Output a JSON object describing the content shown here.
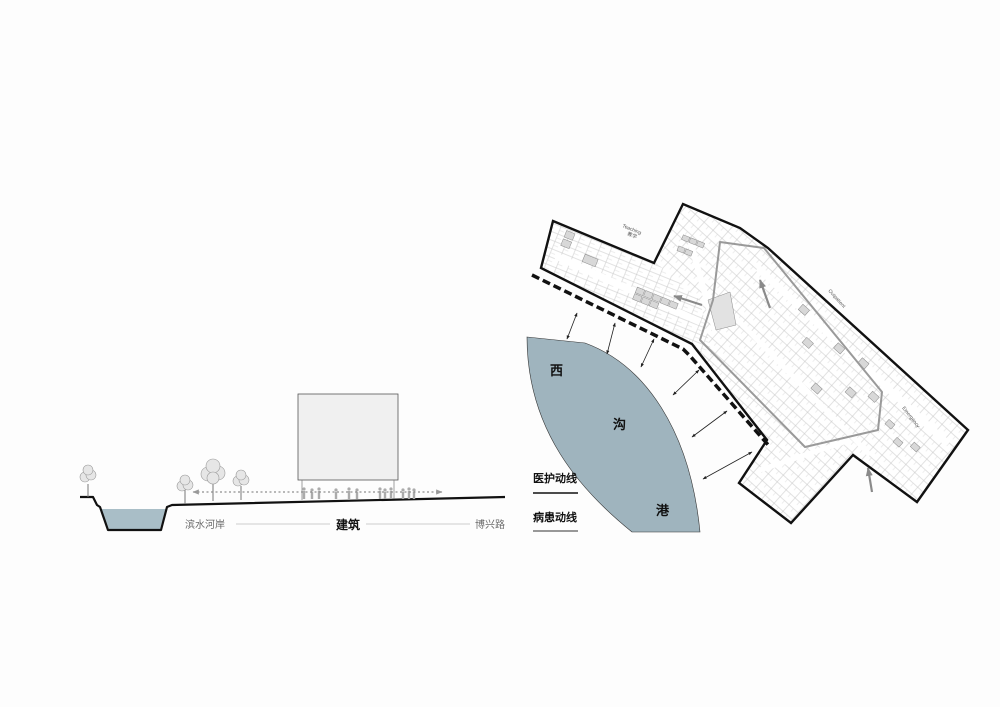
{
  "section": {
    "left_label": "滨水河岸",
    "center_label": "建筑",
    "right_label": "博兴路"
  },
  "river": {
    "chars": [
      "西",
      "沟",
      "港"
    ],
    "fill": "#9fb4be"
  },
  "legend": {
    "staff_flow_label": "医护动线",
    "patient_flow_label": "病患动线"
  },
  "plan": {
    "teaching_label_en": "Teaching",
    "teaching_label_cn": "教学",
    "outpatient_label_en": "Outpatient",
    "emergency_label_en": "Emergency"
  },
  "colors": {
    "channel_water": "#a9bec7",
    "building_box": "#f0f0f0",
    "outline": "#111111",
    "inner_boundary": "#9a9a9a"
  }
}
